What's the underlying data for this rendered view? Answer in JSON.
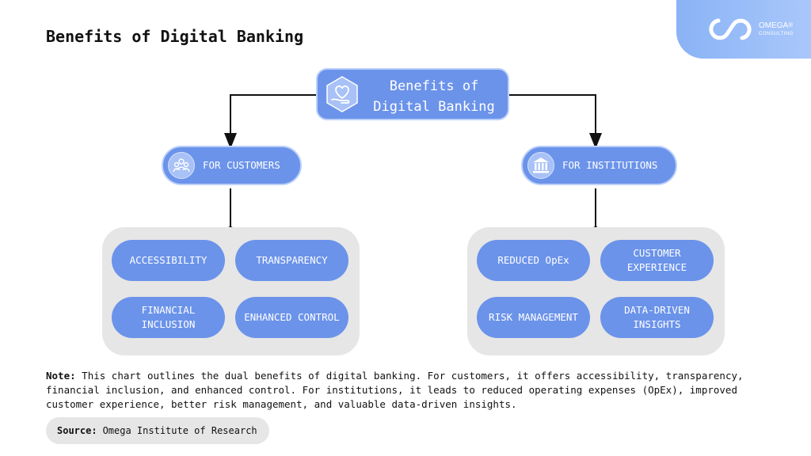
{
  "title": "Benefits of Digital Banking",
  "logo": {
    "brand": "OMEGA",
    "reg": "®",
    "tagline": "CONSULTING"
  },
  "colors": {
    "node": "#6b93ea",
    "panel": "#e6e6e6",
    "badge": "#8ab3f5"
  },
  "diagram": {
    "root": {
      "label": "Benefits of\nDigital Banking",
      "icon": "heart-in-hand-icon"
    },
    "branches": [
      {
        "label": "FOR CUSTOMERS",
        "icon": "people-group-icon",
        "items": [
          "ACCESSIBILITY",
          "TRANSPARENCY",
          "FINANCIAL\nINCLUSION",
          "ENHANCED CONTROL"
        ]
      },
      {
        "label": "FOR INSTITUTIONS",
        "icon": "bank-building-icon",
        "items": [
          "REDUCED OpEx",
          "CUSTOMER\nEXPERIENCE",
          "RISK MANAGEMENT",
          "DATA-DRIVEN\nINSIGHTS"
        ]
      }
    ]
  },
  "note": {
    "label": "Note:",
    "text": "This chart outlines the dual benefits of digital banking. For customers, it offers accessibility, transparency, financial inclusion, and enhanced control. For institutions, it leads to reduced operating expenses (OpEx), improved customer experience, better risk management, and valuable data-driven insights."
  },
  "source": {
    "label": "Source:",
    "text": "Omega Institute of Research"
  }
}
